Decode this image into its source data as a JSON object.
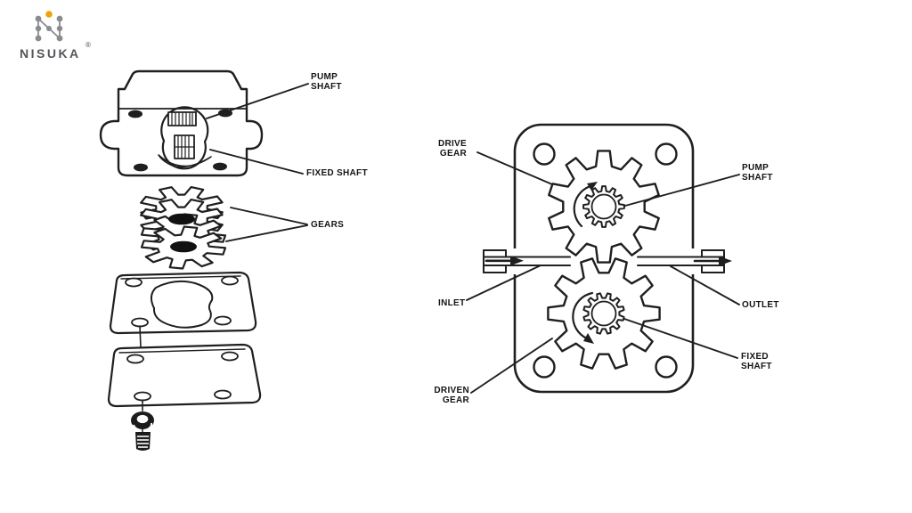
{
  "canvas": {
    "background": "#ffffff",
    "ink": "#1f1f1f"
  },
  "logo": {
    "brand": "NISUKA",
    "registered": "®",
    "icon": "dots-n-logo-icon",
    "accent_color": "#F0A307",
    "dot_color": "#8B8B90",
    "text_color": "#55555A"
  },
  "left_diagram": {
    "labels": {
      "pump_shaft": "PUMP\nSHAFT",
      "fixed_shaft": "FIXED SHAFT",
      "gears": "GEARS"
    }
  },
  "right_diagram": {
    "labels": {
      "drive_gear": "DRIVE\nGEAR",
      "pump_shaft": "PUMP\nSHAFT",
      "inlet": "INLET",
      "outlet": "OUTLET",
      "driven_gear": "DRIVEN\nGEAR",
      "fixed_shaft": "FIXED\nSHAFT"
    }
  }
}
